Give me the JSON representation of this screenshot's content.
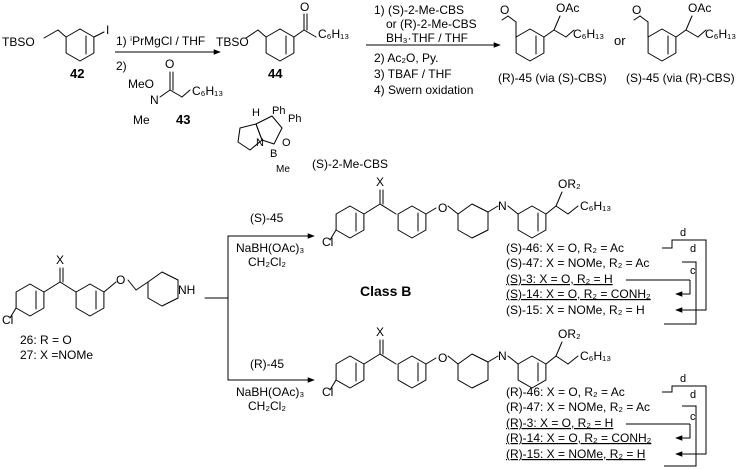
{
  "top": {
    "sm42_label": "42",
    "tbso": "TBSO",
    "i": "I",
    "step1": "1) ⁱPrMgCl / THF",
    "step2": "2)",
    "weinreb_meo": "MeO",
    "weinreb_n": "N",
    "weinreb_me": "Me",
    "weinreb_o": "O",
    "weinreb_c6h13": "C₆H₁₃",
    "cmpd43": "43",
    "ketone_tbso": "TBSO",
    "ketone_o": "O",
    "ketone_c6h13": "C₆H₁₃",
    "cmpd44": "44",
    "cond1": "1) (S)-2-Me-CBS",
    "cond1b": "or (R)-2-Me-CBS",
    "cond1c": "BH₃·THF / THF",
    "cond2": "2) Ac₂O, Py.",
    "cond3": "3) TBAF / THF",
    "cond4": "4) Swern oxidation",
    "ald_o": "O",
    "oac": "OAc",
    "c6h13": "C₆H₁₃",
    "or": "or",
    "r45": "(R)-45 (via (S)-CBS)",
    "s45": "(S)-45 (via (R)-CBS)",
    "cbs_ph1": "Ph",
    "cbs_ph2": "Ph",
    "cbs_h": "H",
    "cbs_n": "N",
    "cbs_b": "B",
    "cbs_o": "O",
    "cbs_me": "Me",
    "cbs_label": "(S)-2-Me-CBS"
  },
  "left": {
    "x": "X",
    "cl": "Cl",
    "o": "O",
    "nh": "NH",
    "cmpd26": "26: R = O",
    "cmpd27": "27: X =NOMe"
  },
  "upper": {
    "reagent": "(S)-45",
    "nabh": "NaBH(OAc)₃",
    "solvent": "CH₂Cl₂",
    "x": "X",
    "cl": "Cl",
    "o": "O",
    "n": "N",
    "or2": "OR₂",
    "c6h13": "C₆H₁₃",
    "class_label": "Class B",
    "list": [
      "(S)-46: X = O, R₂ = Ac",
      "(S)-47: X = NOMe, R₂ = Ac",
      "(S)-3: X = O, R₂ = H",
      "(S)-14: X = O, R₂ = CONH₂",
      "(S)-15: X = NOMe, R₂ = H"
    ],
    "d1": "d",
    "d2": "d",
    "c": "c"
  },
  "lower": {
    "reagent": "(R)-45",
    "nabh": "NaBH(OAc)₃",
    "solvent": "CH₂Cl₂",
    "x": "X",
    "cl": "Cl",
    "o": "O",
    "n": "N",
    "or2": "OR₂",
    "c6h13": "C₆H₁₃",
    "list": [
      "(R)-46: X = O, R₂ = Ac",
      "(R)-47: X = NOMe, R₂ = Ac",
      "(R)-3: X = O, R₂ = H",
      "(R)-14: X = O, R₂ = CONH₂",
      "(R)-15: X = NOMe, R₂ = H"
    ],
    "d1": "d",
    "d2": "d",
    "c": "c"
  }
}
